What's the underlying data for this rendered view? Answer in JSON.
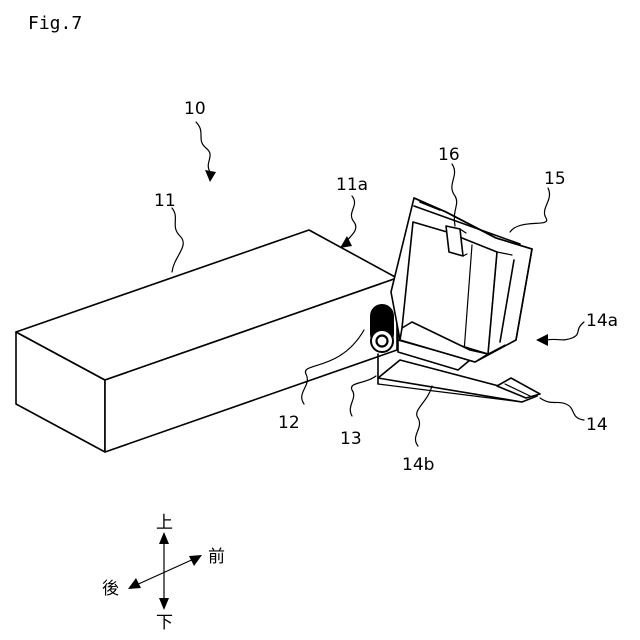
{
  "figure": {
    "title": "Fig.7",
    "labels": {
      "l10": "10",
      "l11": "11",
      "l11a": "11a",
      "l12": "12",
      "l13": "13",
      "l14": "14",
      "l14a": "14a",
      "l14b": "14b",
      "l15": "15",
      "l16": "16"
    },
    "directions": {
      "up": "上",
      "down": "下",
      "front": "前",
      "back": "後"
    }
  }
}
